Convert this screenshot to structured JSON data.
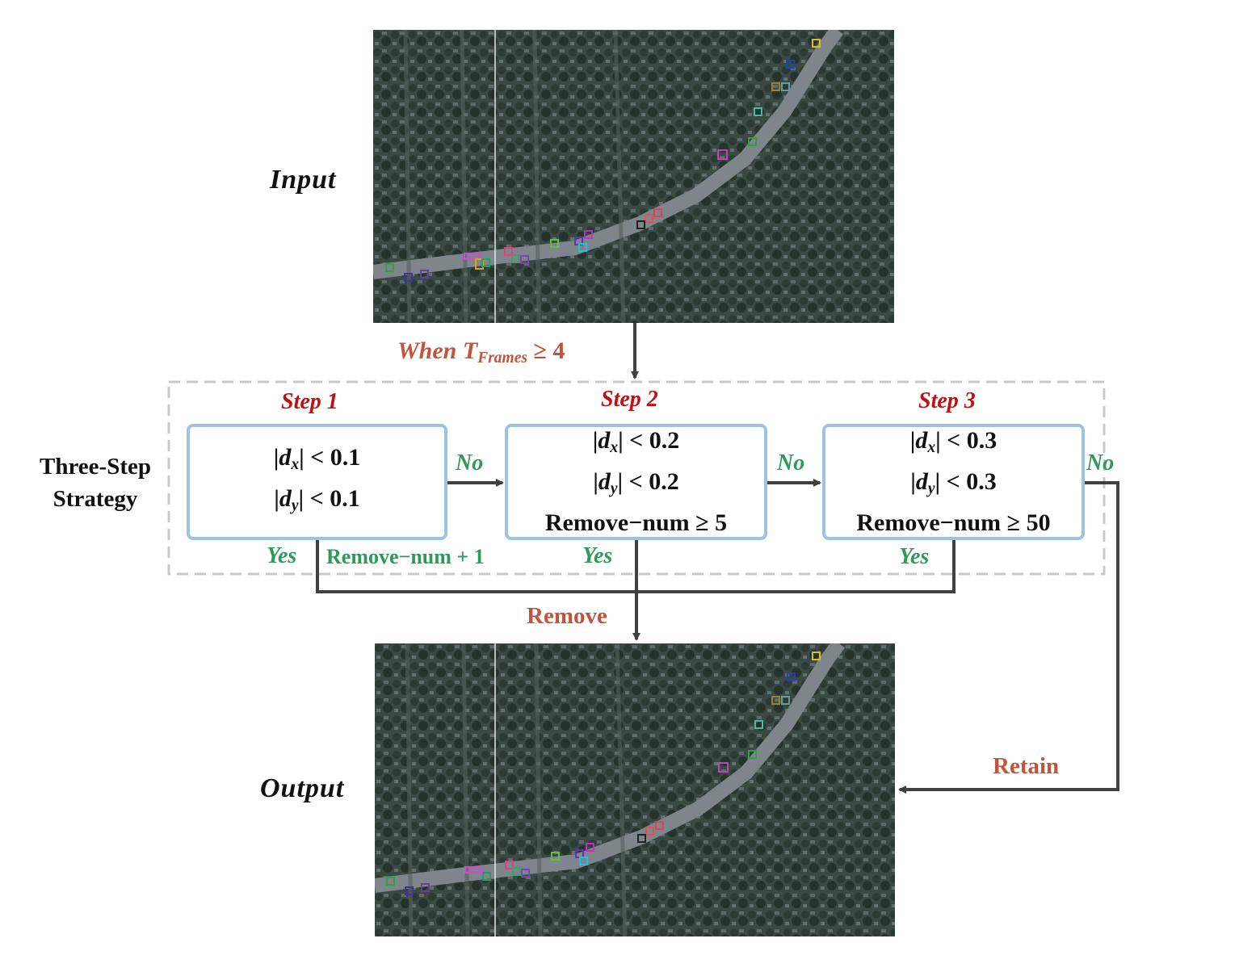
{
  "labels": {
    "input": "Input",
    "output": "Output",
    "strategy_line1": "Three-Step",
    "strategy_line2": "Strategy",
    "condition_prefix": "When",
    "condition_var": "T",
    "condition_sub": "Frames",
    "condition_rel": "≥ 4",
    "remove": "Remove",
    "retain": "Retain",
    "remove_num_inc": "Remove−num + 1"
  },
  "steps": [
    {
      "title": "Step 1",
      "dx": "< 0.1",
      "dy": "< 0.1",
      "extra": "",
      "yes": "Yes",
      "no": "No"
    },
    {
      "title": "Step 2",
      "dx": "< 0.2",
      "dy": "< 0.2",
      "extra": "Remove−num ≥ 5",
      "yes": "Yes",
      "no": "No"
    },
    {
      "title": "Step 3",
      "dx": "< 0.3",
      "dy": "< 0.3",
      "extra": "Remove−num ≥ 50",
      "yes": "Yes",
      "no": "No"
    }
  ],
  "colors": {
    "box_border": "#9cc2e5",
    "step_title": "#c01010",
    "yes_no": "#2e9a5a",
    "action": "#c0543c",
    "arrow": "#404040",
    "dashed_frame": "#c8c8c8"
  }
}
